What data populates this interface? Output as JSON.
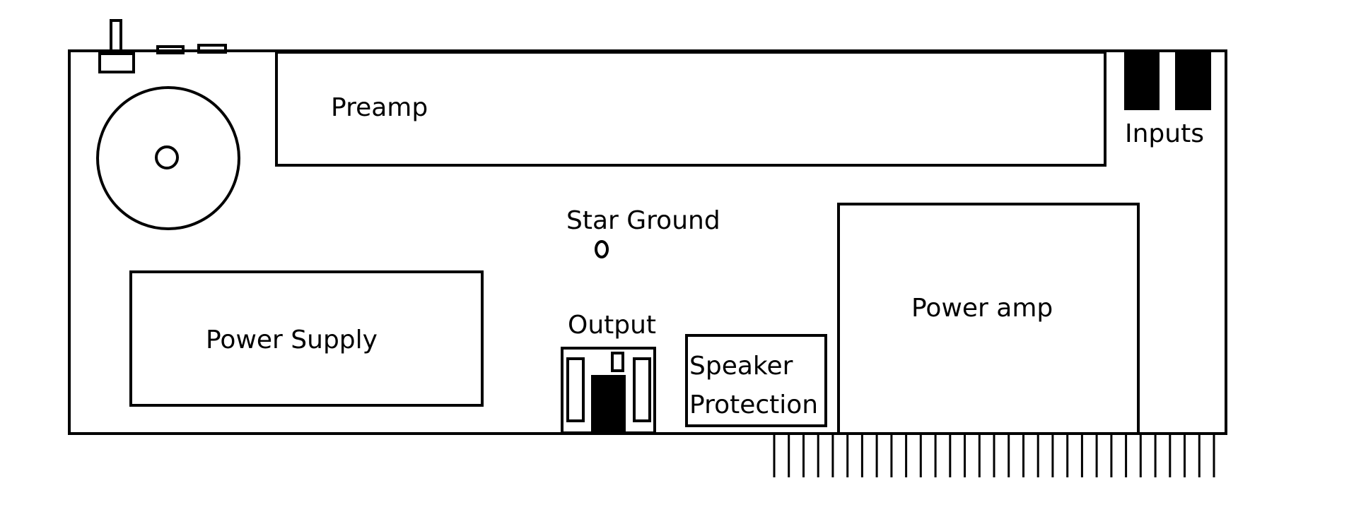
{
  "labels": {
    "preamp": "Preamp",
    "inputs": "Inputs",
    "star_ground": "Star Ground",
    "power_amp": "Power amp",
    "power_supply": "Power Supply",
    "output": "Output",
    "speaker_protection_line1": "Speaker",
    "speaker_protection_line2": "Protection"
  },
  "heatsink_fin_count": 31
}
